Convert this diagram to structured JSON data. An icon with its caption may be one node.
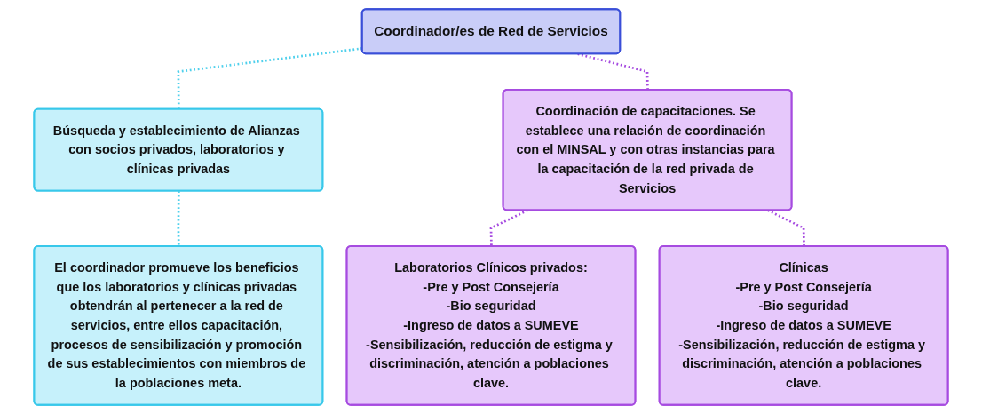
{
  "diagram": {
    "nodes": [
      {
        "text": [
          "Coordinador/es de Red de Servicios"
        ]
      },
      {
        "text": [
          "Búsqueda y establecimiento de Alianzas con socios privados, laboratorios y clínicas privadas"
        ]
      },
      {
        "text": [
          "Coordinación de capacitaciones. Se establece una relación de coordinación con el MINSAL y con otras instancias para la capacitación de la red privada de Servicios"
        ]
      },
      {
        "text": [
          "El coordinador promueve los beneficios que los laboratorios y clínicas privadas obtendrán al pertenecer a la red de servicios, entre ellos capacitación, procesos de sensibilización y promoción de sus establecimientos con miembros de la poblaciones meta."
        ]
      },
      {
        "text": [
          "Laboratorios Clínicos privados:",
          "-Pre y Post Consejería",
          "-Bio seguridad",
          "-Ingreso de datos a SUMEVE",
          "-Sensibilización, reducción de estigma y discriminación, atención a poblaciones clave."
        ]
      },
      {
        "text": [
          "Clínicas",
          "-Pre y Post Consejería",
          "-Bio seguridad",
          "-Ingreso de datos a SUMEVE",
          "-Sensibilización, reducción de estigma y discriminación, atención a poblaciones clave."
        ]
      }
    ],
    "edges": [
      {
        "from": 0,
        "to": 1,
        "arrow": "none",
        "style": "dashed",
        "color": "#4fd0ec"
      },
      {
        "from": 1,
        "to": 3,
        "arrow": "none",
        "style": "dashed",
        "color": "#4fd0ec"
      },
      {
        "from": 0,
        "to": 2,
        "arrow": "none",
        "style": "dashed"
      },
      {
        "from": 2,
        "to": 4,
        "arrow": "none",
        "style": "dashed"
      },
      {
        "from": 2,
        "to": 5,
        "arrow": "none",
        "style": "dashed"
      }
    ]
  }
}
